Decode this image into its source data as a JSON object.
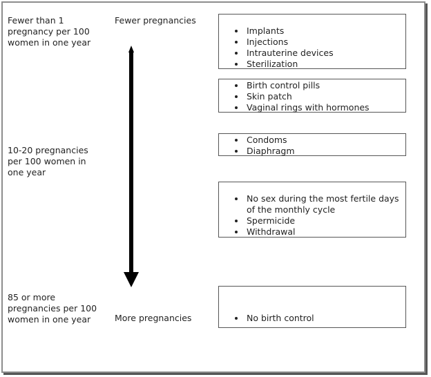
{
  "left_column": {
    "top_rate": "Fewer than 1\npregnancy per 100\nwomen in one year",
    "middle_rate": "10-20 pregnancies\nper 100 women in\none year",
    "bottom_rate": "85 or more\npregnancies per 100\nwomen in one year"
  },
  "axis": {
    "top_label": "Fewer pregnancies",
    "bottom_label": "More pregnancies"
  },
  "boxes": [
    {
      "items": [
        "Implants",
        "Injections",
        "Intrauterine devices",
        "Sterilization"
      ]
    },
    {
      "items": [
        "Birth control pills",
        "Skin patch",
        "Vaginal rings with hormones"
      ]
    },
    {
      "items": [
        "Condoms",
        "Diaphragm"
      ]
    },
    {
      "items": [
        "No sex during the most fertile days of the monthly cycle",
        "Spermicide",
        "Withdrawal"
      ]
    },
    {
      "items": [
        "No birth control"
      ]
    }
  ]
}
